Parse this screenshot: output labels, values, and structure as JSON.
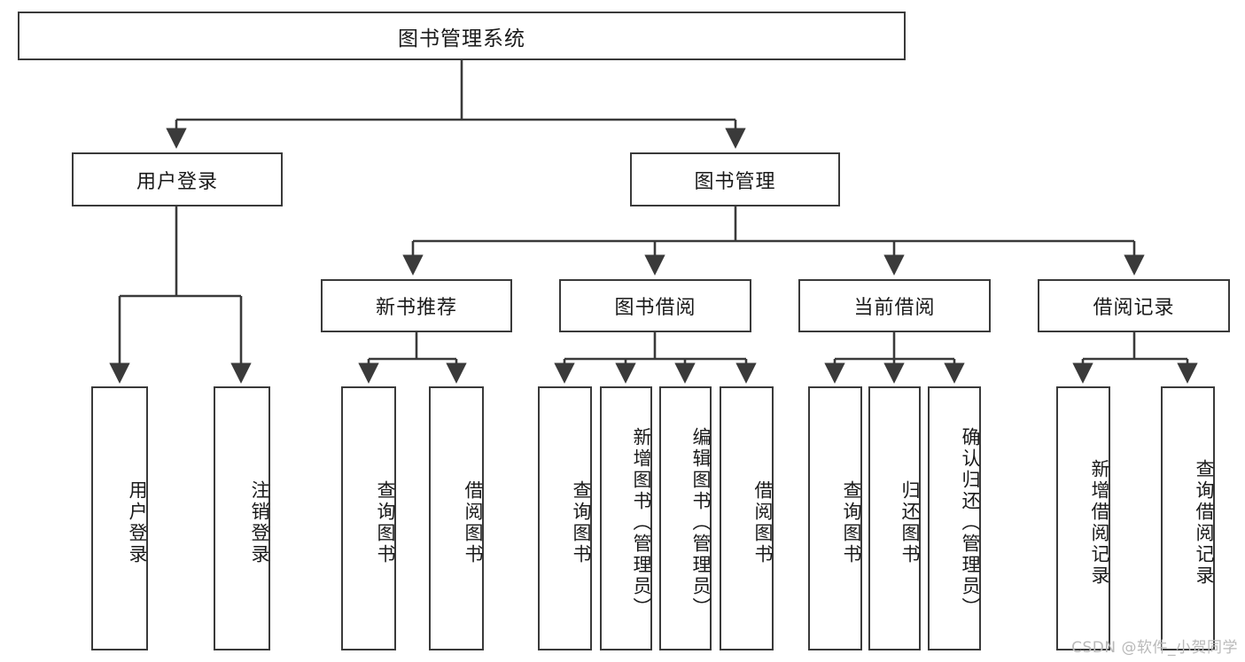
{
  "diagram": {
    "title": "图书管理系统",
    "type": "tree-hierarchy",
    "root": {
      "id": "root",
      "label": "图书管理系统"
    },
    "level2": [
      {
        "id": "user-login",
        "label": "用户登录"
      },
      {
        "id": "book-manage",
        "label": "图书管理"
      }
    ],
    "level3": [
      {
        "id": "new-book-recommend",
        "label": "新书推荐",
        "parent": "book-manage"
      },
      {
        "id": "book-borrow",
        "label": "图书借阅",
        "parent": "book-manage"
      },
      {
        "id": "current-borrow",
        "label": "当前借阅",
        "parent": "book-manage"
      },
      {
        "id": "borrow-record",
        "label": "借阅记录",
        "parent": "book-manage"
      }
    ],
    "leaves": [
      {
        "id": "leaf-user-login",
        "label": "用户登录",
        "parent": "user-login"
      },
      {
        "id": "leaf-user-logout",
        "label": "注销登录",
        "parent": "user-login"
      },
      {
        "id": "leaf-query-book-1",
        "label": "查询图书",
        "parent": "new-book-recommend"
      },
      {
        "id": "leaf-borrow-book-1",
        "label": "借阅图书",
        "parent": "new-book-recommend"
      },
      {
        "id": "leaf-query-book-2",
        "label": "查询图书",
        "parent": "book-borrow"
      },
      {
        "id": "leaf-add-book",
        "label": "新增图书（管理员）",
        "parent": "book-borrow"
      },
      {
        "id": "leaf-edit-book",
        "label": "编辑图书（管理员）",
        "parent": "book-borrow"
      },
      {
        "id": "leaf-borrow-book-2",
        "label": "借阅图书",
        "parent": "book-borrow"
      },
      {
        "id": "leaf-query-book-3",
        "label": "查询图书",
        "parent": "current-borrow"
      },
      {
        "id": "leaf-return-book",
        "label": "归还图书",
        "parent": "current-borrow"
      },
      {
        "id": "leaf-confirm-return",
        "label": "确认归还（管理员）",
        "parent": "current-borrow"
      },
      {
        "id": "leaf-add-record",
        "label": "新增借阅记录",
        "parent": "borrow-record"
      },
      {
        "id": "leaf-query-record",
        "label": "查询借阅记录",
        "parent": "borrow-record"
      }
    ],
    "watermark": "CSDN @软件_小贺同学",
    "colors": {
      "border": "#3a3a3a",
      "text": "#1a1a1a",
      "background": "#ffffff",
      "connector": "#3a3a3a",
      "watermark": "#b9b9b9"
    }
  }
}
